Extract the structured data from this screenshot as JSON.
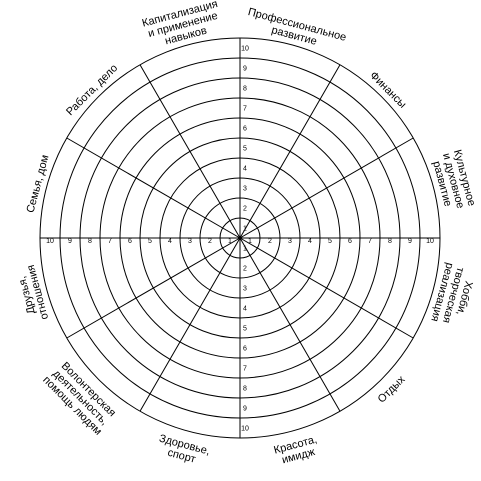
{
  "wheel": {
    "levels": [
      1,
      2,
      3,
      4,
      5,
      6,
      7,
      8,
      9,
      10
    ],
    "sectors": [
      {
        "id": "family",
        "lines": [
          "Семья, дом"
        ]
      },
      {
        "id": "work",
        "lines": [
          "Работа, дело"
        ]
      },
      {
        "id": "capitalization",
        "lines": [
          "Капитализация",
          "и применение",
          "навыков"
        ]
      },
      {
        "id": "professional",
        "lines": [
          "Профессиональное",
          "развитие"
        ]
      },
      {
        "id": "finance",
        "lines": [
          "Финансы"
        ]
      },
      {
        "id": "cultural",
        "lines": [
          "Культурное",
          "и духовное",
          "развитие"
        ]
      },
      {
        "id": "hobby",
        "lines": [
          "Хобби,",
          "творческая",
          "реализация"
        ]
      },
      {
        "id": "rest",
        "lines": [
          "Отдых"
        ]
      },
      {
        "id": "beauty",
        "lines": [
          "Красота,",
          "имидж"
        ]
      },
      {
        "id": "health",
        "lines": [
          "Здоровье,",
          "спорт"
        ]
      },
      {
        "id": "volunteer",
        "lines": [
          "Волонтерская",
          "деятельность,",
          "помощь людям"
        ]
      },
      {
        "id": "friends",
        "lines": [
          "Друзья,",
          "отношения"
        ]
      }
    ]
  }
}
